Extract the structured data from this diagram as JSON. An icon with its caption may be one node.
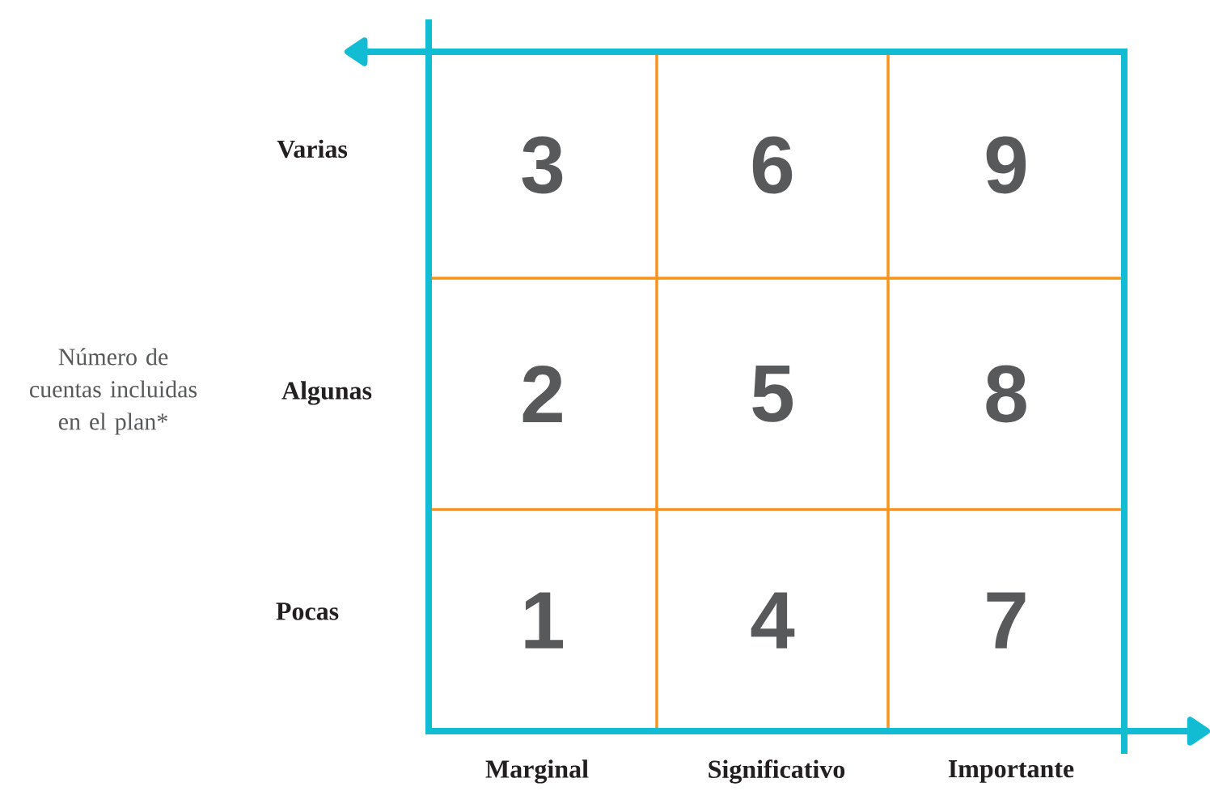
{
  "diagram": {
    "nodes": [
      {
        "text": [
          "3"
        ]
      },
      {
        "text": [
          "6"
        ]
      },
      {
        "text": [
          "9"
        ]
      },
      {
        "text": [
          "2"
        ]
      },
      {
        "text": [
          "5"
        ]
      },
      {
        "text": [
          "8"
        ]
      },
      {
        "text": [
          "1"
        ]
      },
      {
        "text": [
          "4"
        ]
      },
      {
        "text": [
          "7"
        ]
      }
    ],
    "edges": [],
    "labels": [
      "Varias",
      "Número de cuentas incluidas en el plan*",
      "Algunas",
      "Pocas",
      "Marginal",
      "Significativo",
      "Importante"
    ]
  }
}
